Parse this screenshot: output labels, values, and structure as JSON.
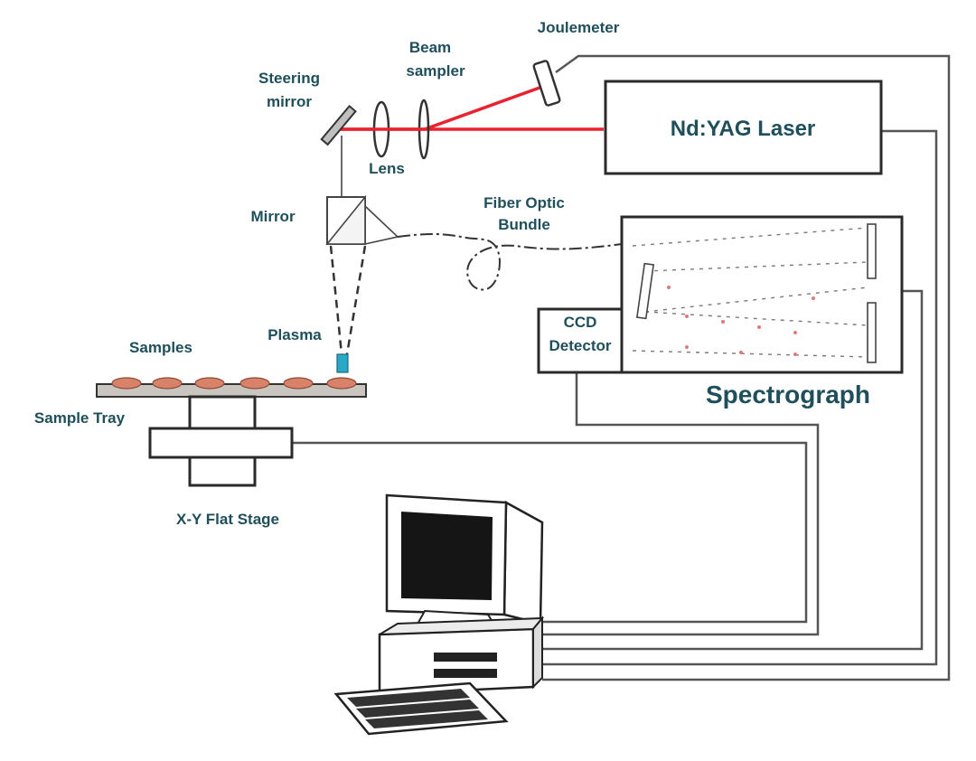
{
  "labels": {
    "joulemeter": "Joulemeter",
    "beam_sampler_line1": "Beam",
    "beam_sampler_line2": "sampler",
    "steering_mirror_line1": "Steering",
    "steering_mirror_line2": "mirror",
    "lens": "Lens",
    "laser": "Nd:YAG Laser",
    "mirror": "Mirror",
    "fiber_line1": "Fiber Optic",
    "fiber_line2": "Bundle",
    "ccd_line1": "CCD",
    "ccd_line2": "Detector",
    "spectrograph": "Spectrograph",
    "samples": "Samples",
    "plasma": "Plasma",
    "sample_tray": "Sample Tray",
    "stage": "X-Y Flat Stage"
  },
  "colors": {
    "laser_beam": "#e8232f",
    "label_text": "#1f4f5a",
    "sample": "#d9826a",
    "tray": "#c9c6bf",
    "plasma": "#29a9c7",
    "wire": "#555555"
  },
  "icons": {
    "computer": "desktop-computer-icon"
  }
}
